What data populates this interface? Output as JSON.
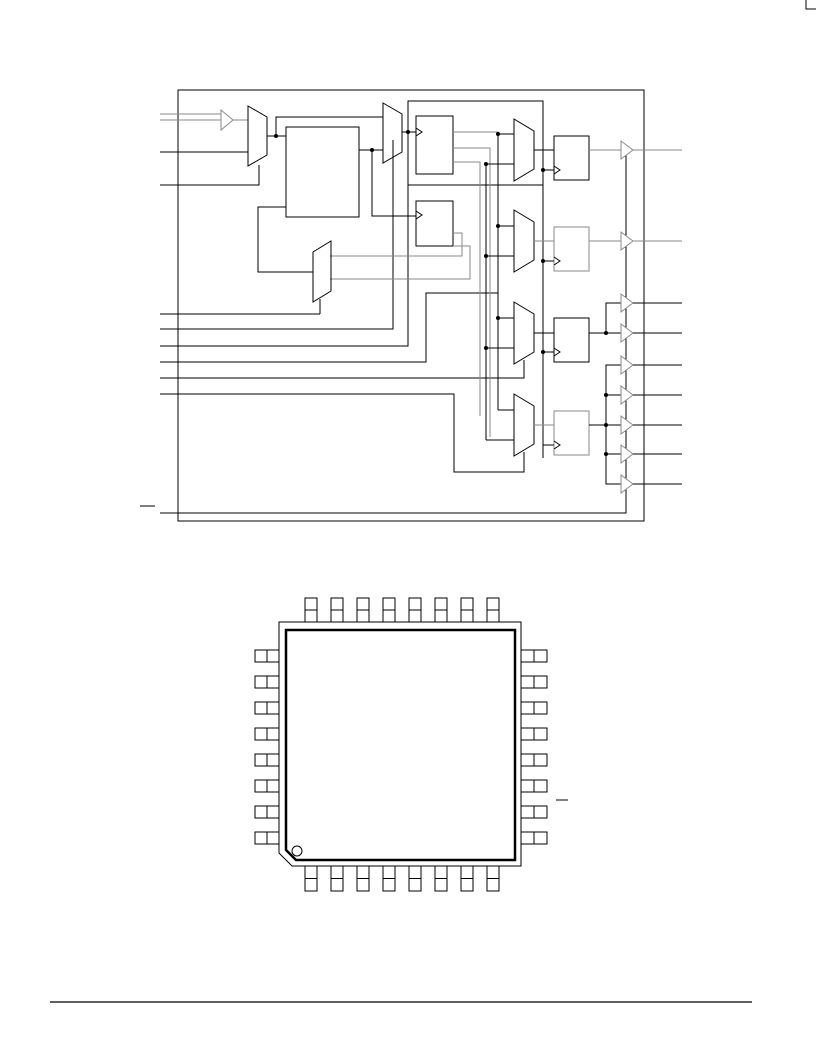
{
  "figures": [
    {
      "id": "block-diagram",
      "kind": "block diagram",
      "text": []
    },
    {
      "id": "pinout",
      "kind": "package pinout, 32-pin quad flat",
      "text": []
    }
  ]
}
